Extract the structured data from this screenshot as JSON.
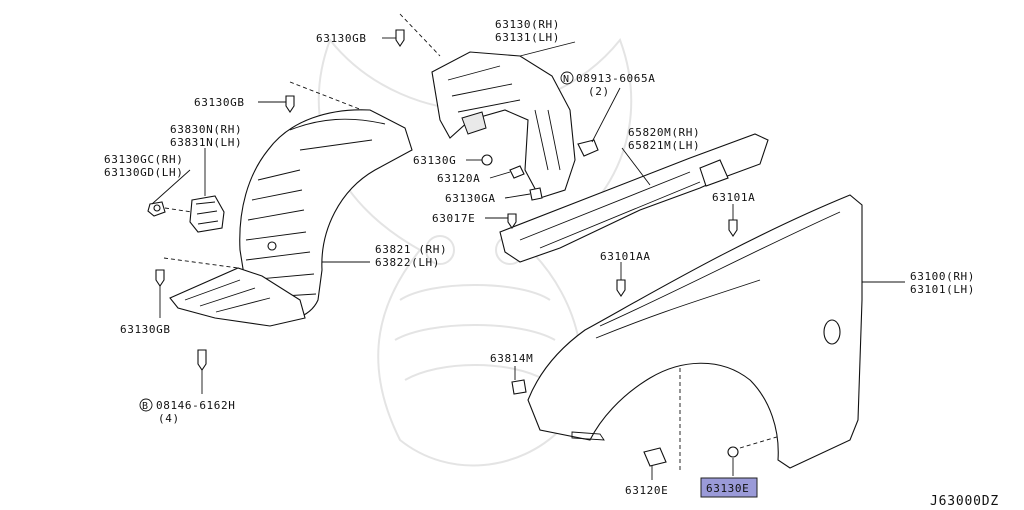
{
  "diagram": {
    "code": "J63000DZ",
    "highlight_color": "#9a9ad8",
    "labels": {
      "p63130gb_top": "63130GB",
      "p63130_rh": "63130(RH)",
      "p63131_lh": "63131(LH)",
      "p08913": "08913-6065A",
      "p08913_qty": "(2)",
      "p63130gb_mid": "63130GB",
      "p63830n": "63830N(RH)",
      "p63831n": "63831N(LH)",
      "p63130gc": "63130GC(RH)",
      "p63130gd": "63130GD(LH)",
      "p65820m": "65820M(RH)",
      "p65821m": "65821M(LH)",
      "p63130g": "63130G",
      "p63120a": "63120A",
      "p63130ga": "63130GA",
      "p63101a": "63101A",
      "p63017e": "63017E",
      "p63821": "63821 (RH)",
      "p63822": "63822(LH)",
      "p63101aa": "63101AA",
      "p63100": "63100(RH)",
      "p63101": "63101(LH)",
      "p63130gb_low": "63130GB",
      "p63814m": "63814M",
      "p08146": "08146-6162H",
      "p08146_qty": "(4)",
      "p63120e": "63120E",
      "p63130e": "63130E"
    }
  }
}
